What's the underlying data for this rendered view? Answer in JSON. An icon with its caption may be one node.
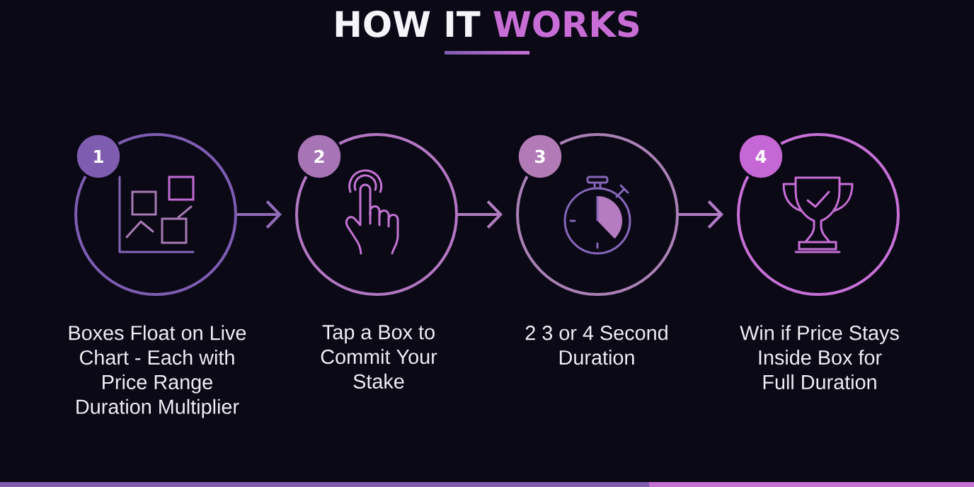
{
  "diagram": {
    "title": "HOW IT WORKS",
    "nodes": [
      {
        "text": [],
        "shape": "circle",
        "beside": [
          "Boxes Float on Live Chart - Each with Price Range Duration Multiplier"
        ]
      },
      {
        "text": [
          "1"
        ]
      },
      {
        "text": [],
        "shape": "circle",
        "beside": [
          "Tap a Box to Commit Your Stake"
        ]
      },
      {
        "text": [
          "2"
        ]
      },
      {
        "text": [],
        "shape": "circle",
        "beside": [
          "2 3 or 4 Second Duration"
        ]
      },
      {
        "text": [
          "3"
        ]
      },
      {
        "text": [],
        "shape": "circle",
        "beside": [
          "Win if Price Stays Inside Box for Full Duration"
        ]
      },
      {
        "text": [
          "4"
        ]
      }
    ],
    "edges": [
      {
        "from": 0,
        "to": 2,
        "arrow": "to"
      },
      {
        "from": 2,
        "to": 4,
        "arrow": "to"
      },
      {
        "from": 4,
        "to": 6,
        "arrow": "to"
      }
    ]
  }
}
